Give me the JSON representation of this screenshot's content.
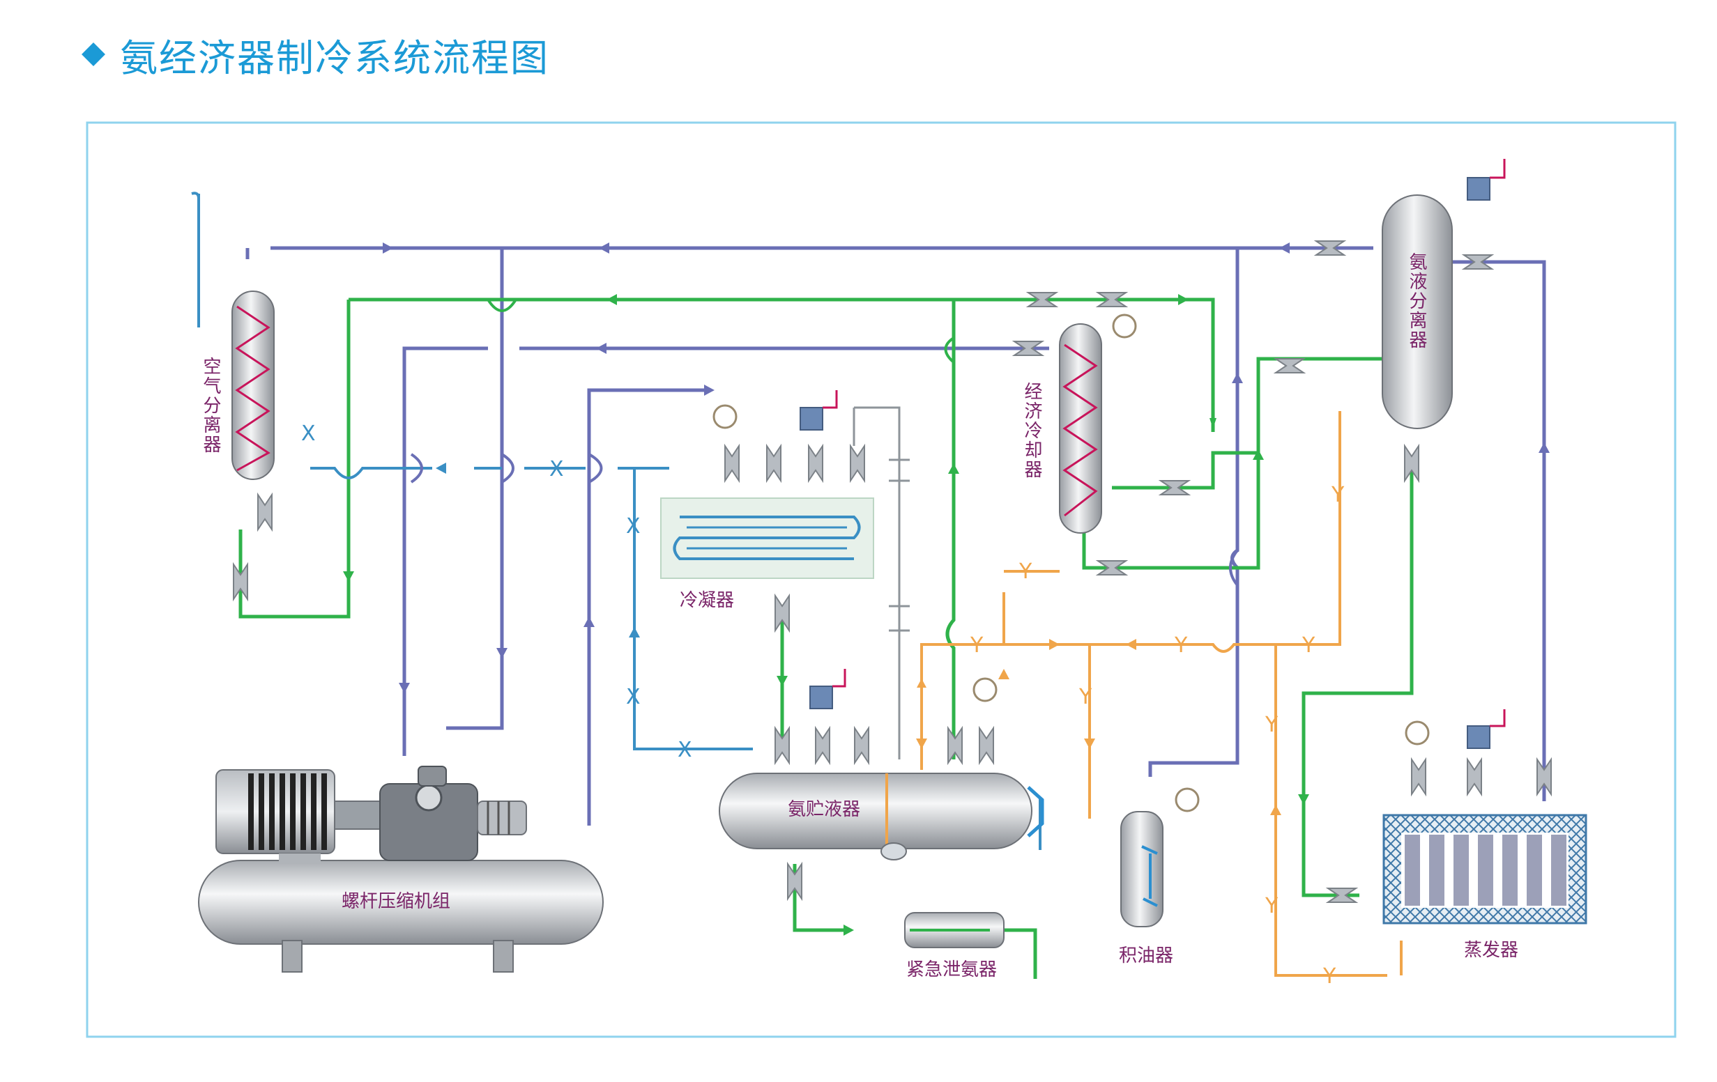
{
  "title": "氨经济器制冷系统流程图",
  "colors": {
    "accent": "#1b9ad6",
    "frame": "#8fd3ee",
    "suction_line": "#6a6fb5",
    "liquid_line": "#2fb24a",
    "oil_line": "#f0a54a",
    "water_line": "#3a8fc4",
    "label": "#7a2468"
  },
  "equipment": {
    "air_separator": "空气分离器",
    "economizer_cooler": "经济冷却器",
    "ammonia_separator": "氨液分离器",
    "condenser": "冷凝器",
    "receiver": "氨贮液器",
    "compressor_unit": "螺杆压缩机组",
    "emergency_drain": "紧急泄氨器",
    "oil_collector": "积油器",
    "evaporator": "蒸发器"
  },
  "line_marks": {
    "x": "X",
    "y": "Y"
  }
}
